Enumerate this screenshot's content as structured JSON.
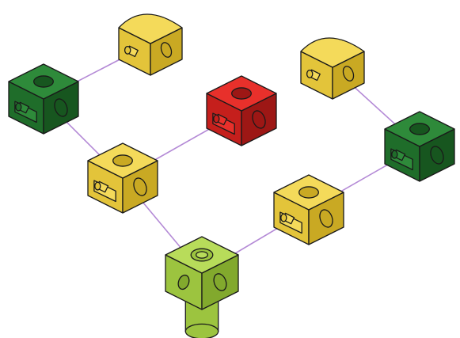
{
  "diagram": {
    "colors": {
      "green": [
        "#2e8a3a",
        "#1f6d2a",
        "#17561f"
      ],
      "yellow": [
        "#f4da5a",
        "#e3c43a",
        "#c9a923"
      ],
      "red": [
        "#e8302b",
        "#c51f1c",
        "#9d1715"
      ],
      "lime": [
        "#b8dc5a",
        "#9cc43f",
        "#82a92d"
      ],
      "connector": "#b48ad6",
      "outline": "#1a1a1a"
    },
    "blocks": [
      {
        "id": "green-cube-left",
        "kind": "cube",
        "color": "green",
        "icon": "cube-with-peg-icon"
      },
      {
        "id": "yellow-quarter-top",
        "kind": "quarter",
        "color": "yellow",
        "icon": "quarter-round-block-icon"
      },
      {
        "id": "yellow-cube-mid",
        "kind": "cube",
        "color": "yellow",
        "icon": "cube-with-peg-icon"
      },
      {
        "id": "red-cube",
        "kind": "cube",
        "color": "red",
        "icon": "cube-with-peg-icon"
      },
      {
        "id": "lime-hub",
        "kind": "hub",
        "color": "lime",
        "icon": "hub-with-axle-icon"
      },
      {
        "id": "yellow-cube-right",
        "kind": "cube",
        "color": "yellow",
        "icon": "cube-with-peg-icon"
      },
      {
        "id": "green-cube-right",
        "kind": "cube",
        "color": "green",
        "icon": "cube-with-peg-icon"
      },
      {
        "id": "yellow-quarter-right",
        "kind": "quarter",
        "color": "yellow",
        "icon": "quarter-round-block-icon"
      }
    ],
    "connections": [
      [
        "green-cube-left",
        "yellow-quarter-top"
      ],
      [
        "green-cube-left",
        "yellow-cube-mid"
      ],
      [
        "yellow-cube-mid",
        "red-cube"
      ],
      [
        "yellow-cube-mid",
        "lime-hub"
      ],
      [
        "lime-hub",
        "yellow-cube-right"
      ],
      [
        "yellow-cube-right",
        "green-cube-right"
      ],
      [
        "green-cube-right",
        "yellow-quarter-right"
      ]
    ]
  }
}
